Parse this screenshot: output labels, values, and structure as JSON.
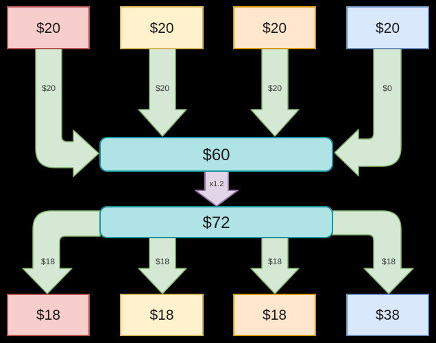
{
  "canvas": {
    "background": "#000000"
  },
  "palette": {
    "flow_fill": "#d5e8d4",
    "flow_stroke": "#82b366",
    "multiplier_fill": "#e1d5e7",
    "multiplier_stroke": "#9673a6",
    "pool_fill": "#b0e3e6",
    "pool_stroke": "#17939c",
    "arrow_label_color": "#333333",
    "box_text_color": "#1a1a1a"
  },
  "sources": [
    {
      "label": "$20",
      "fill": "#f8cecc",
      "stroke": "#b85450"
    },
    {
      "label": "$20",
      "fill": "#fff2cc",
      "stroke": "#d6b656"
    },
    {
      "label": "$20",
      "fill": "#ffe6cc",
      "stroke": "#d79b00"
    },
    {
      "label": "$20",
      "fill": "#dae8fc",
      "stroke": "#6c8ebf"
    }
  ],
  "inflows": [
    {
      "label": "$20"
    },
    {
      "label": "$20"
    },
    {
      "label": "$20"
    },
    {
      "label": "$0"
    }
  ],
  "pool": {
    "label": "$60"
  },
  "multiplier": {
    "label": "x1.2"
  },
  "result": {
    "label": "$72"
  },
  "outflows": [
    {
      "label": "$18"
    },
    {
      "label": "$18"
    },
    {
      "label": "$18"
    },
    {
      "label": "$18"
    }
  ],
  "sinks": [
    {
      "label": "$18",
      "fill": "#f8cecc",
      "stroke": "#b85450"
    },
    {
      "label": "$18",
      "fill": "#fff2cc",
      "stroke": "#d6b656"
    },
    {
      "label": "$18",
      "fill": "#ffe6cc",
      "stroke": "#d79b00"
    },
    {
      "label": "$38",
      "fill": "#dae8fc",
      "stroke": "#6c8ebf"
    }
  ]
}
